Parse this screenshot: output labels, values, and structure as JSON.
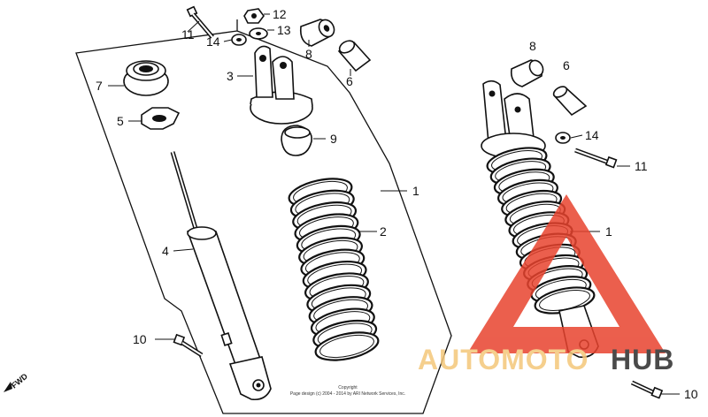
{
  "callouts_left": [
    {
      "id": "c11a",
      "text": "11"
    },
    {
      "id": "c14a",
      "text": "14"
    },
    {
      "id": "c12",
      "text": "12"
    },
    {
      "id": "c13",
      "text": "13"
    },
    {
      "id": "c8a",
      "text": "8"
    },
    {
      "id": "c6a",
      "text": "6"
    },
    {
      "id": "c7",
      "text": "7"
    },
    {
      "id": "c3",
      "text": "3"
    },
    {
      "id": "c5",
      "text": "5"
    },
    {
      "id": "c9",
      "text": "9"
    },
    {
      "id": "c1a",
      "text": "1"
    },
    {
      "id": "c2",
      "text": "2"
    },
    {
      "id": "c4",
      "text": "4"
    },
    {
      "id": "c10a",
      "text": "10"
    }
  ],
  "callouts_right": [
    {
      "id": "c8b",
      "text": "8"
    },
    {
      "id": "c6b",
      "text": "6"
    },
    {
      "id": "c14b",
      "text": "14"
    },
    {
      "id": "c11b",
      "text": "11"
    },
    {
      "id": "c1b",
      "text": "1"
    },
    {
      "id": "c10b",
      "text": "10"
    }
  ],
  "direction_label": "FWD",
  "copyright": {
    "line1": "Copyright",
    "line2": "Page design (c) 2004 - 2014 by ARI Network Services, Inc."
  },
  "watermark": {
    "text_part1": "AUTOMOTO",
    "text_part2": "HUB",
    "colors": {
      "auto": "#f4c77a",
      "hub": "#2b2b2b",
      "triangle": "#e8432e"
    }
  }
}
